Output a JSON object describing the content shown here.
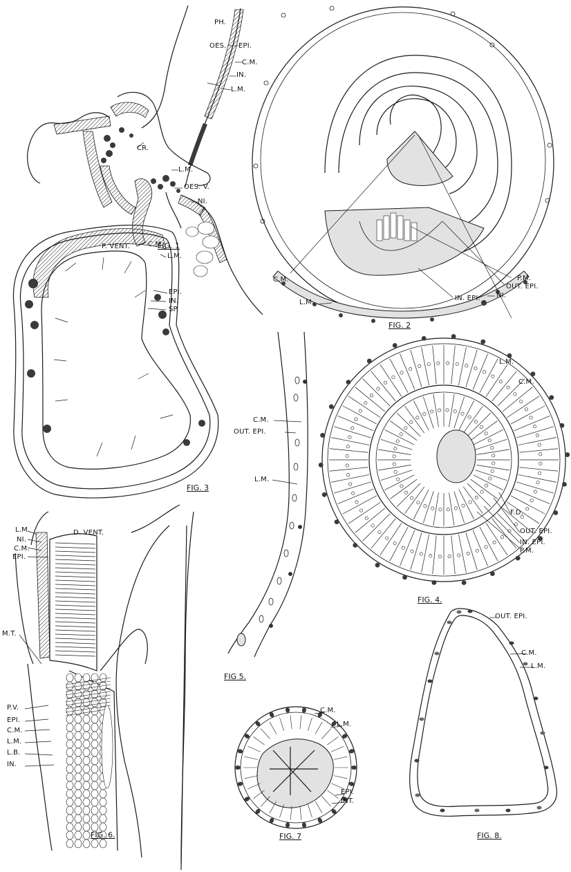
{
  "figures": {
    "fig1": {
      "caption": "FIG. 1",
      "labels": {
        "ph": "PH.",
        "oes": "OES.",
        "epi": "EPI.",
        "cm": "C.M.",
        "in": "IN.",
        "lm": "L.M.",
        "cr": "CR.",
        "lm2": "L.M.",
        "oesv": "OES. V.",
        "ni": "NI.",
        "pvent": "P. VENT."
      }
    },
    "fig2": {
      "caption": "FIG. 2",
      "labels": {
        "cm": "C.M.",
        "lm": "L.M.",
        "pm": "P.M.",
        "outepi": "OUT. EPI.",
        "ni": "NI.",
        "inepi": "IN. EPI."
      }
    },
    "fig3": {
      "caption": "FIG. 3",
      "labels": {
        "cm": "C.M.",
        "lm": "L.M.",
        "epi": "EPI.",
        "in": "IN.",
        "sp": "SP."
      }
    },
    "fig4": {
      "caption": "FIG. 4.",
      "labels": {
        "lm": "L.M.",
        "cm": "C.M.",
        "fd": "F.D.",
        "outepi": "OUT. EPI.",
        "inepi": "IN. EPI.",
        "pm": "P.M."
      }
    },
    "fig5": {
      "caption": "FIG 5.",
      "labels": {
        "cm": "C.M.",
        "outepi": "OUT. EPI.",
        "lm": "L.M."
      }
    },
    "fig6": {
      "caption": "FIG. 6.",
      "labels": {
        "dvent": "D. VENT.",
        "lm": "L.M.",
        "ni": "NI.",
        "cm": "C.M.",
        "epi": "EPI.",
        "mt": "M.T.",
        "pv": "P.V.",
        "epi2": "EPI.",
        "cm2": "C.M.",
        "lm2": "L.M.",
        "lb": "L.B.",
        "in": "IN."
      }
    },
    "fig7": {
      "caption": "FIG. 7",
      "labels": {
        "cm": "C.M.",
        "lm": "L.M.",
        "epi": "EPI.",
        "int": "INT."
      }
    },
    "fig8": {
      "caption": "FIG. 8.",
      "labels": {
        "outepi": "OUT. EPI.",
        "cm": "C.M.",
        "lm": "L.M."
      }
    }
  }
}
